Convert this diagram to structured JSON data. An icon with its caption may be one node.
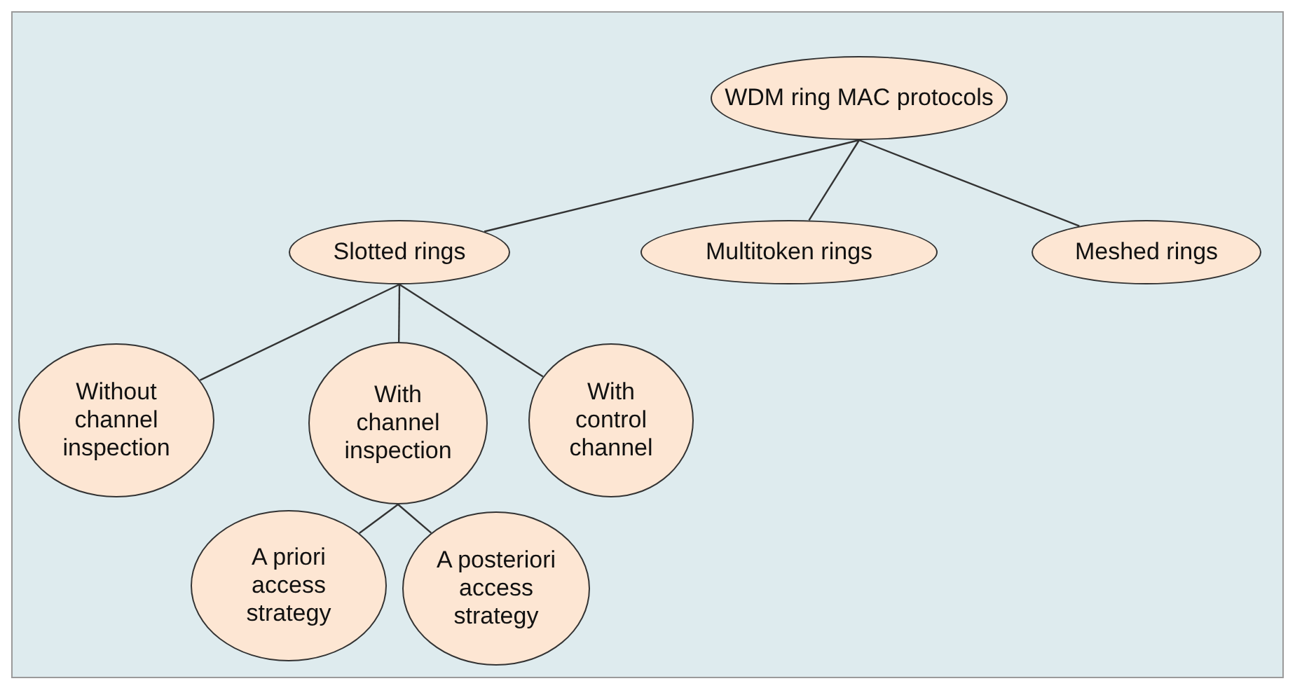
{
  "diagram": {
    "nodes": [
      {
        "text": [
          "WDM ring MAC protocols"
        ]
      },
      {
        "text": [
          "Slotted rings"
        ]
      },
      {
        "text": [
          "Multitoken rings"
        ]
      },
      {
        "text": [
          "Meshed rings"
        ]
      },
      {
        "text": [
          "Without channel inspection"
        ]
      },
      {
        "text": [
          "With channel inspection"
        ]
      },
      {
        "text": [
          "With control channel"
        ]
      },
      {
        "text": [
          "A priori access strategy"
        ]
      },
      {
        "text": [
          "A posteriori access strategy"
        ]
      }
    ],
    "edges": [
      {
        "from": 0,
        "to": 1,
        "arrow": "none"
      },
      {
        "from": 0,
        "to": 2,
        "arrow": "none"
      },
      {
        "from": 0,
        "to": 3,
        "arrow": "none"
      },
      {
        "from": 1,
        "to": 4,
        "arrow": "none"
      },
      {
        "from": 1,
        "to": 5,
        "arrow": "none"
      },
      {
        "from": 1,
        "to": 6,
        "arrow": "none"
      },
      {
        "from": 5,
        "to": 7,
        "arrow": "none"
      },
      {
        "from": 5,
        "to": 8,
        "arrow": "none"
      }
    ]
  }
}
